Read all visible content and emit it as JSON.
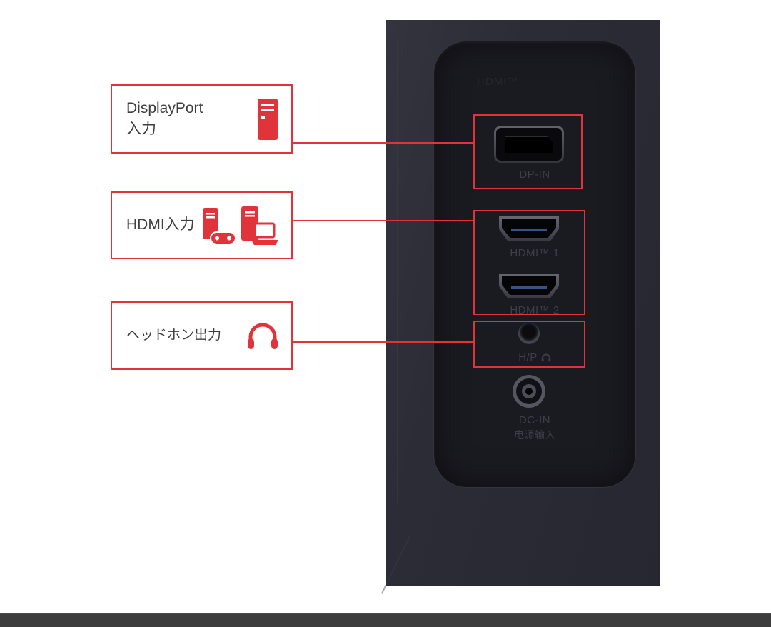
{
  "callouts": {
    "displayport": {
      "line1": "DisplayPort",
      "line2": "入力"
    },
    "hdmi": {
      "label": "HDMI入力"
    },
    "headphone": {
      "label": "ヘッドホン出力"
    }
  },
  "panel": {
    "top_label": "HDMI™",
    "dp_label": "DP-IN",
    "hdmi1_label": "HDMI™ 1",
    "hdmi2_label": "HDMI™ 2",
    "hp_label": "H/P",
    "dc_label": "DC-IN",
    "dc_sub_label": "电源输入"
  },
  "colors": {
    "accent_red": "#e1343a",
    "panel_dark": "#2c2c36",
    "recess_dark": "#1a1a21"
  }
}
